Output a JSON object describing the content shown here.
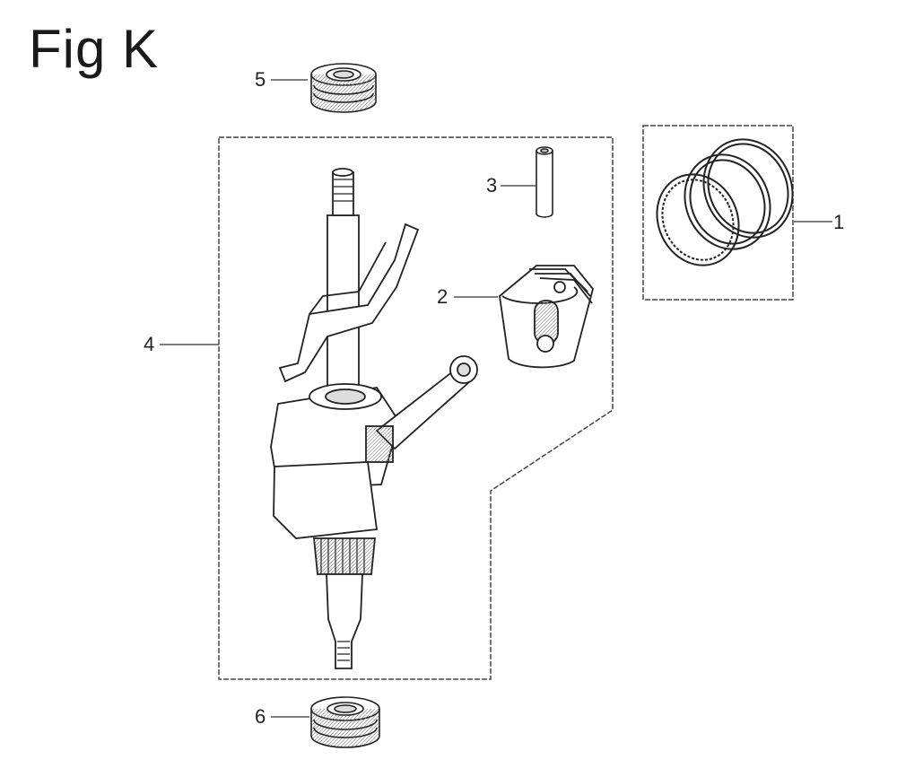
{
  "figure": {
    "title": "Fig K"
  },
  "callouts": [
    {
      "id": "1"
    },
    {
      "id": "2"
    },
    {
      "id": "3"
    },
    {
      "id": "4"
    },
    {
      "id": "5"
    },
    {
      "id": "6"
    }
  ]
}
